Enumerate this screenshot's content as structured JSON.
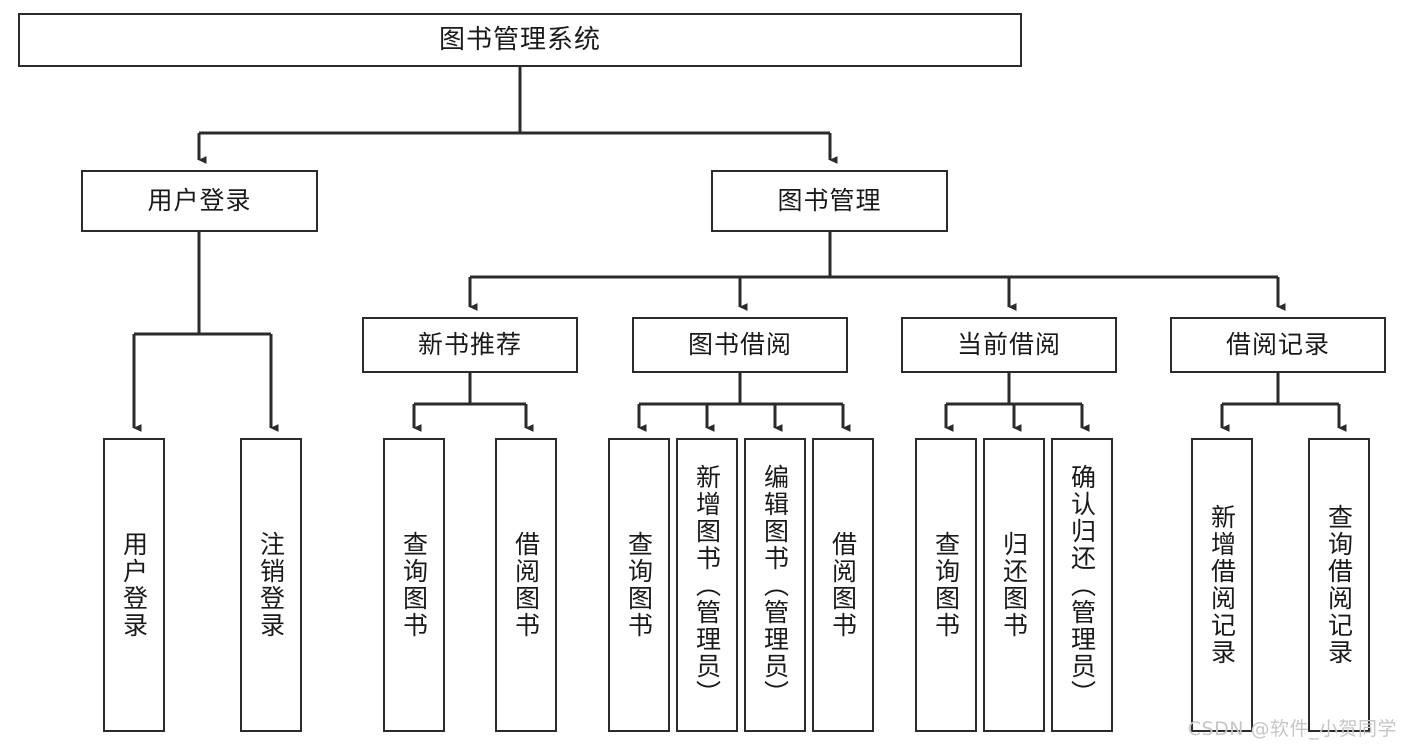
{
  "diagram": {
    "title": "图书管理系统",
    "type": "tree-hierarchy",
    "stroke_color": "#2b2b2b",
    "fill_color": "#ffffff",
    "text_color": "#1a1a1a"
  },
  "nodes": {
    "root": {
      "label": "图书管理系统"
    },
    "level2": [
      {
        "id": "user-login",
        "label": "用户登录"
      },
      {
        "id": "book-manage",
        "label": "图书管理"
      }
    ],
    "level3": [
      {
        "id": "new-book-recommend",
        "label": "新书推荐"
      },
      {
        "id": "book-borrow",
        "label": "图书借阅"
      },
      {
        "id": "current-borrow",
        "label": "当前借阅"
      },
      {
        "id": "borrow-record",
        "label": "借阅记录"
      }
    ],
    "leaves": {
      "user_login": [
        {
          "id": "leaf-user-login",
          "label": "用户登录"
        },
        {
          "id": "leaf-logout",
          "label": "注销登录"
        }
      ],
      "new_book_recommend": [
        {
          "id": "leaf-query-book-1",
          "label": "查询图书"
        },
        {
          "id": "leaf-borrow-book-1",
          "label": "借阅图书"
        }
      ],
      "book_borrow": [
        {
          "id": "leaf-query-book-2",
          "label": "查询图书"
        },
        {
          "id": "leaf-add-book",
          "label": "新增图书（管理员）"
        },
        {
          "id": "leaf-edit-book",
          "label": "编辑图书（管理员）"
        },
        {
          "id": "leaf-borrow-book-2",
          "label": "借阅图书"
        }
      ],
      "current_borrow": [
        {
          "id": "leaf-query-book-3",
          "label": "查询图书"
        },
        {
          "id": "leaf-return-book",
          "label": "归还图书"
        },
        {
          "id": "leaf-confirm-return",
          "label": "确认归还（管理员）"
        }
      ],
      "borrow_record": [
        {
          "id": "leaf-add-record",
          "label": "新增借阅记录"
        },
        {
          "id": "leaf-query-record",
          "label": "查询借阅记录"
        }
      ]
    }
  },
  "watermark": {
    "text": "CSDN @软件_小贺同学"
  }
}
